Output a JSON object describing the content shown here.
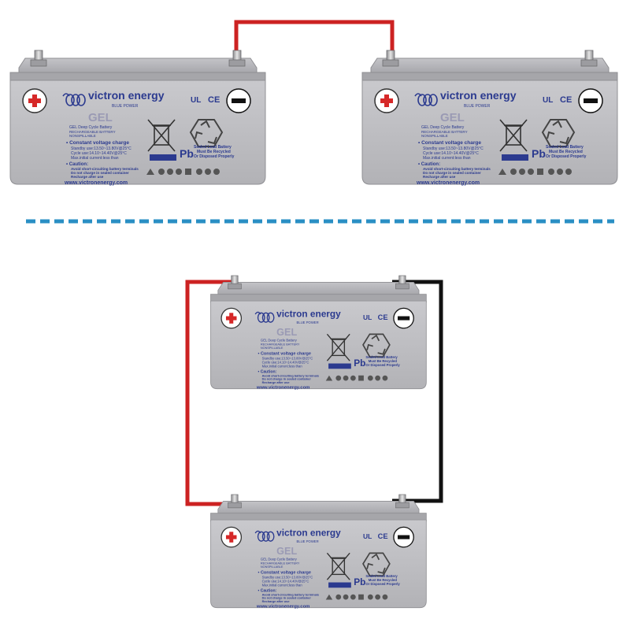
{
  "colors": {
    "battery_body": "#b9b9bd",
    "battery_lid": "#a9a9ad",
    "brand_blue": "#2b3a8f",
    "positive_red": "#d62828",
    "wire_red": "#cc2222",
    "wire_black": "#111111",
    "divider_blue": "#2a8fc4"
  },
  "icons": {
    "positive": "plus-circle-icon",
    "negative": "minus-circle-icon",
    "weee": "crossed-bin-icon",
    "recycle": "recycle-icon",
    "ul": "ul-mark-icon",
    "ce": "ce-mark-icon",
    "brand": "victron-logo-icon"
  },
  "label": {
    "brand": "victron energy",
    "tagline": "BLUE POWER",
    "gel": "GEL",
    "desc1": "GEL Deep Cycle Battery",
    "desc2": "RECHARGEABLE BATTERY",
    "desc3": "NONSPILLABLE",
    "cv_title": "• Constant voltage charge",
    "standby": "Standby  use:13.50~13.80V@25°C",
    "cycle": "Cycle    use:14.10~14.40V@25°C",
    "maxcur": "Max.initial current:less than",
    "caution": "• Caution:",
    "caution1": "Avoid short-circuiting battery terminals",
    "caution2": "Do not charge in sealed container",
    "caution3": "Recharge after use",
    "pb": "Pb",
    "sealed1": "Sealed Lead Battery",
    "sealed2": "Must  Be  Recycled",
    "sealed3": "Or Disposed Properly",
    "url": "www.victronenergy.com",
    "ce": "CE",
    "ul": "UL"
  },
  "batteries": [
    {
      "id": "series-left"
    },
    {
      "id": "series-right"
    },
    {
      "id": "parallel-top"
    },
    {
      "id": "parallel-bottom"
    }
  ],
  "connections": [
    {
      "id": "series-link",
      "from": "series-left.negative",
      "to": "series-right.positive",
      "color": "red"
    },
    {
      "id": "parallel-positive",
      "from": "parallel-top.positive",
      "to": "parallel-bottom.positive",
      "color": "red"
    },
    {
      "id": "parallel-negative",
      "from": "parallel-top.negative",
      "to": "parallel-bottom.negative",
      "color": "black"
    }
  ]
}
